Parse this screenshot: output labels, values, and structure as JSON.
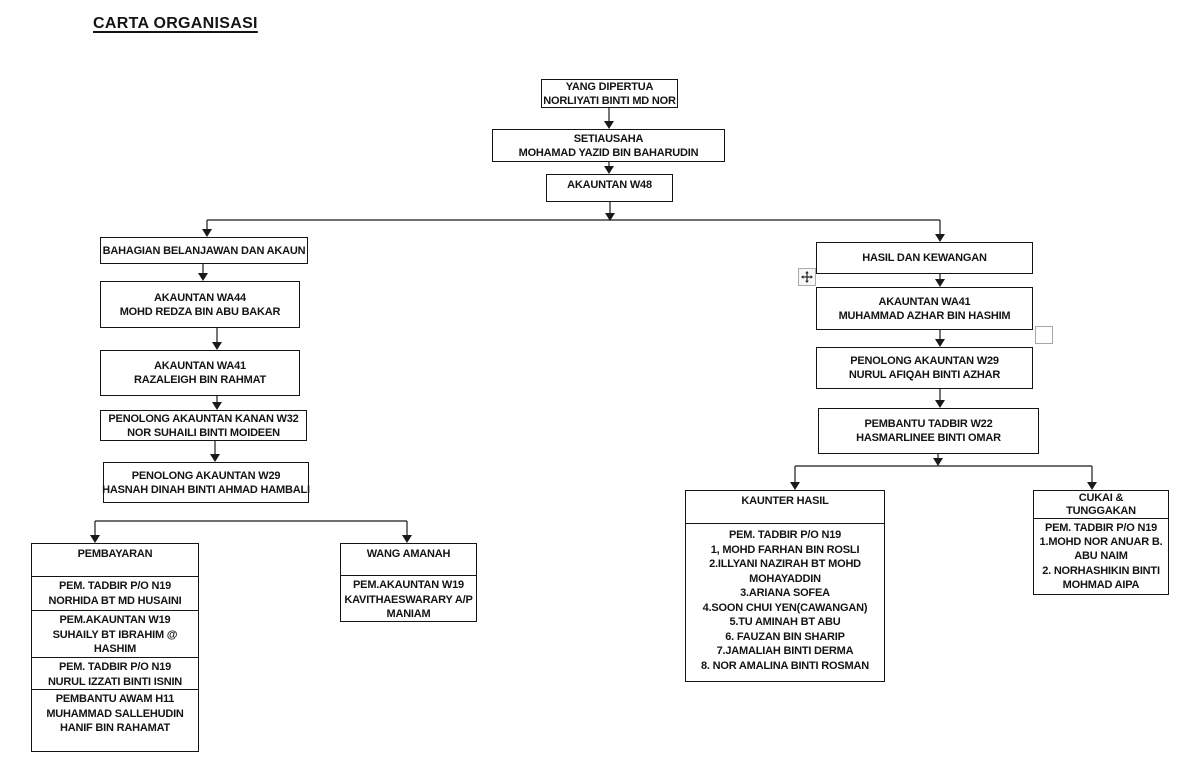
{
  "page_title": "CARTA ORGANISASI",
  "colors": {
    "line": "#1a1a1a",
    "text": "#141414",
    "background": "#ffffff",
    "handle_border": "#ababab"
  },
  "icons": {
    "move_handle": "move-cross-icon",
    "resize_square": "empty-selection-square"
  },
  "nodes": {
    "yang_dipertua": {
      "lines": [
        "YANG DIPERTUA",
        "NORLIYATI BINTI MD NOR"
      ]
    },
    "setiausaha": {
      "lines": [
        "SETIAUSAHA",
        "MOHAMAD YAZID BIN BAHARUDIN"
      ]
    },
    "akauntan_w48": {
      "lines": [
        "AKAUNTAN W48"
      ]
    },
    "bahagian_belanjawan": {
      "lines": [
        "BAHAGIAN BELANJAWAN DAN AKAUN"
      ]
    },
    "akauntan_wa44": {
      "lines": [
        "AKAUNTAN WA44",
        "MOHD REDZA BIN ABU BAKAR"
      ]
    },
    "akauntan_wa41_left": {
      "lines": [
        "AKAUNTAN WA41",
        "RAZALEIGH BIN RAHMAT"
      ]
    },
    "penolong_w32": {
      "lines": [
        "PENOLONG AKAUNTAN KANAN W32",
        "NOR SUHAILI BINTI MOIDEEN"
      ]
    },
    "penolong_w29_left": {
      "lines": [
        "PENOLONG AKAUNTAN W29",
        "HASNAH DINAH BINTI AHMAD HAMBALI"
      ]
    },
    "hasil_dan_kewangan": {
      "lines": [
        "HASIL DAN KEWANGAN"
      ]
    },
    "akauntan_wa41_right": {
      "lines": [
        "AKAUNTAN WA41",
        "MUHAMMAD AZHAR BIN HASHIM"
      ]
    },
    "penolong_w29_right": {
      "lines": [
        "PENOLONG AKAUNTAN W29",
        "NURUL AFIQAH BINTI AZHAR"
      ]
    },
    "pembantu_w22": {
      "lines": [
        "PEMBANTU TADBIR W22",
        "HASMARLINEE BINTI OMAR"
      ]
    }
  },
  "groups": {
    "pembayaran": {
      "header": "PEMBAYARAN",
      "rows": [
        [
          "PEM. TADBIR P/O N19",
          "NORHIDA BT MD HUSAINI"
        ],
        [
          "PEM.AKAUNTAN W19",
          "SUHAILY BT IBRAHIM @",
          "HASHIM"
        ],
        [
          "PEM. TADBIR P/O N19",
          "NURUL IZZATI BINTI ISNIN"
        ],
        [
          "PEMBANTU AWAM H11",
          "MUHAMMAD SALLEHUDIN",
          "HANIF BIN RAHAMAT"
        ]
      ]
    },
    "wang_amanah": {
      "header": "WANG AMANAH",
      "rows": [
        [
          "PEM.AKAUNTAN W19",
          "KAVITHAESWARARY A/P",
          "MANIAM"
        ]
      ]
    },
    "kaunter_hasil": {
      "header": "KAUNTER HASIL",
      "rows": [
        [
          "PEM. TADBIR P/O N19",
          "1, MOHD FARHAN BIN ROSLI",
          "2.ILLYANI NAZIRAH BT MOHD",
          "MOHAYADDIN",
          "3.ARIANA SOFEA",
          "4.SOON CHUI YEN(CAWANGAN)",
          "5.TU AMINAH BT ABU",
          "6. FAUZAN BIN SHARIP",
          "7.JAMALIAH BINTI DERMA",
          "8. NOR AMALINA BINTI ROSMAN"
        ]
      ]
    },
    "cukai_tunggakan": {
      "header_lines": [
        "CUKAI &",
        "TUNGGAKAN"
      ],
      "rows": [
        [
          "PEM. TADBIR P/O N19",
          "1.MOHD NOR ANUAR B.",
          "ABU NAIM",
          "2. NORHASHIKIN BINTI",
          "MOHMAD AIPA"
        ]
      ]
    }
  }
}
